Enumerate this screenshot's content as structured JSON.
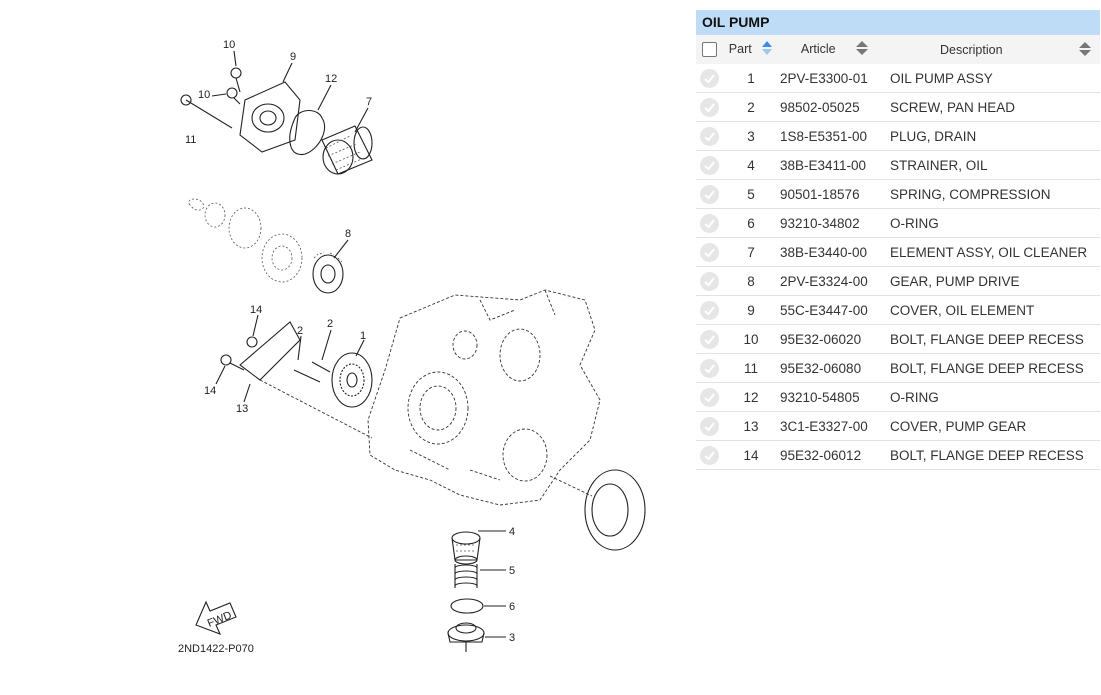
{
  "diagram": {
    "figure_code": "2ND1422-P070",
    "fwd_label": "FWD",
    "callouts": [
      "10",
      "9",
      "12",
      "7",
      "10",
      "11",
      "8",
      "14",
      "2",
      "2",
      "1",
      "14",
      "13",
      "4",
      "5",
      "6",
      "3"
    ]
  },
  "panel": {
    "title": "OIL PUMP",
    "headers": {
      "part": "Part",
      "article": "Article",
      "description": "Description"
    },
    "colors": {
      "title_bg": "#bfdcf7",
      "sort_active": "#3a8ee6"
    },
    "rows": [
      {
        "part": "1",
        "article": "2PV-E3300-01",
        "description": "OIL PUMP ASSY"
      },
      {
        "part": "2",
        "article": "98502-05025",
        "description": "SCREW, PAN HEAD"
      },
      {
        "part": "3",
        "article": "1S8-E5351-00",
        "description": "PLUG, DRAIN"
      },
      {
        "part": "4",
        "article": "38B-E3411-00",
        "description": "STRAINER, OIL"
      },
      {
        "part": "5",
        "article": "90501-18576",
        "description": "SPRING, COMPRESSION"
      },
      {
        "part": "6",
        "article": "93210-34802",
        "description": "O-RING"
      },
      {
        "part": "7",
        "article": "38B-E3440-00",
        "description": "ELEMENT ASSY, OIL CLEANER"
      },
      {
        "part": "8",
        "article": "2PV-E3324-00",
        "description": "GEAR, PUMP DRIVE"
      },
      {
        "part": "9",
        "article": "55C-E3447-00",
        "description": "COVER, OIL ELEMENT"
      },
      {
        "part": "10",
        "article": "95E32-06020",
        "description": "BOLT, FLANGE DEEP RECESS"
      },
      {
        "part": "11",
        "article": "95E32-06080",
        "description": "BOLT, FLANGE DEEP RECESS"
      },
      {
        "part": "12",
        "article": "93210-54805",
        "description": "O-RING"
      },
      {
        "part": "13",
        "article": "3C1-E3327-00",
        "description": "COVER, PUMP GEAR"
      },
      {
        "part": "14",
        "article": "95E32-06012",
        "description": "BOLT, FLANGE DEEP RECESS"
      }
    ]
  }
}
